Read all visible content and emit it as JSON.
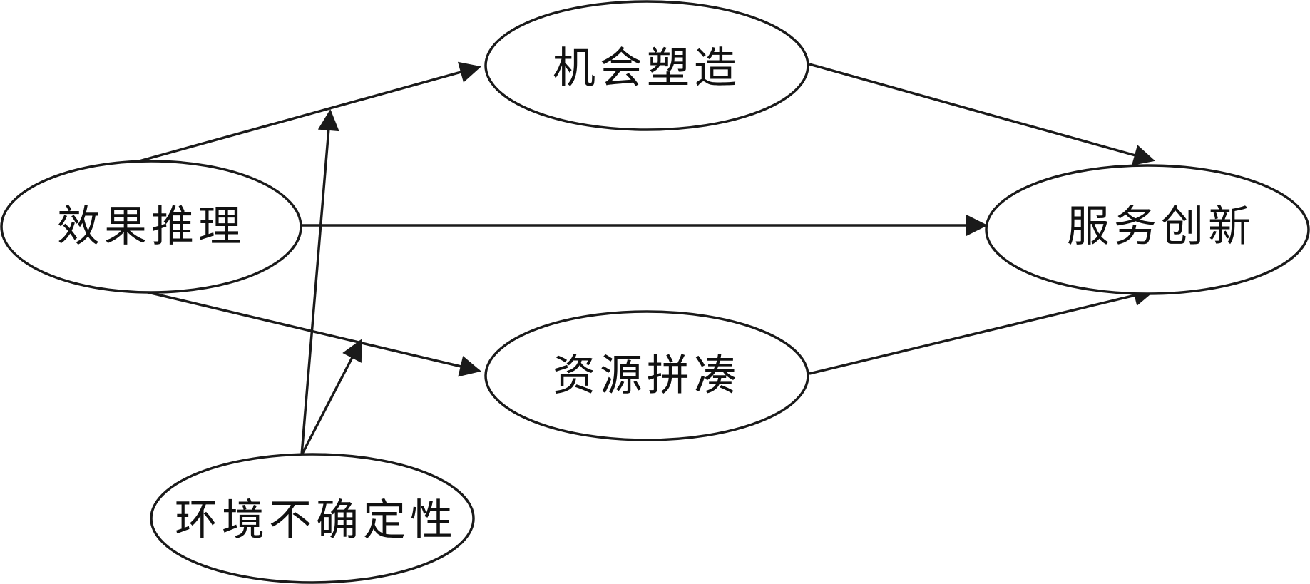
{
  "nodes": {
    "effectuation": {
      "label": "效果推理"
    },
    "opportunity_shaping": {
      "label": "机会塑造"
    },
    "resource_bricolage": {
      "label": "资源拼凑"
    },
    "service_innovation": {
      "label": "服务创新"
    },
    "environmental_uncertainty": {
      "label": "环境不确定性"
    }
  },
  "edges": [
    {
      "from": "效果推理",
      "to": "机会塑造"
    },
    {
      "from": "效果推理",
      "to": "服务创新"
    },
    {
      "from": "效果推理",
      "to": "资源拼凑"
    },
    {
      "from": "机会塑造",
      "to": "服务创新"
    },
    {
      "from": "资源拼凑",
      "to": "服务创新"
    },
    {
      "from": "环境不确定性",
      "to": "效果推理→机会塑造"
    },
    {
      "from": "环境不确定性",
      "to": "效果推理→资源拼凑"
    }
  ],
  "colors": {
    "stroke": "#1a1a1a",
    "text": "#111111",
    "background": "#ffffff"
  }
}
